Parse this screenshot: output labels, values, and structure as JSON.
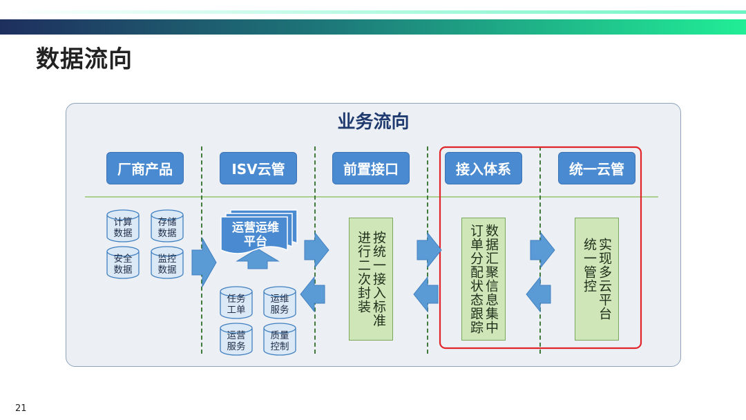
{
  "slide_title": "数据流向",
  "flow_title": "业务流向",
  "categories": [
    "厂商产品",
    "ISV云管",
    "前置接口",
    "接入体系",
    "统一云管"
  ],
  "data_cylinders": [
    {
      "line1": "计算",
      "line2": "数据"
    },
    {
      "line1": "存储",
      "line2": "数据"
    },
    {
      "line1": "安全",
      "line2": "数据"
    },
    {
      "line1": "监控",
      "line2": "数据"
    }
  ],
  "ops_platform": {
    "line1": "运营运维",
    "line2": "平台"
  },
  "service_cylinders": [
    {
      "line1": "任务",
      "line2": "工单"
    },
    {
      "line1": "运维",
      "line2": "服务"
    },
    {
      "line1": "运营",
      "line2": "服务"
    },
    {
      "line1": "质量",
      "line2": "控制"
    }
  ],
  "interface_box": {
    "col1": "按统一接入标准",
    "col2": "进行二次封装"
  },
  "access_box": {
    "col1": "数据汇聚信息集中",
    "col2": "订单分配状态跟踪"
  },
  "cloud_box": {
    "col1": "实现多云平台",
    "col2": "统一管控"
  },
  "page_number": "21",
  "colors": {
    "category_blue": "#4a8ad0",
    "arrow_blue": "#5b9bd5",
    "green_box": "#cfe6b8",
    "highlight_red": "#e0242a",
    "title_navy": "#1f3a6e"
  }
}
